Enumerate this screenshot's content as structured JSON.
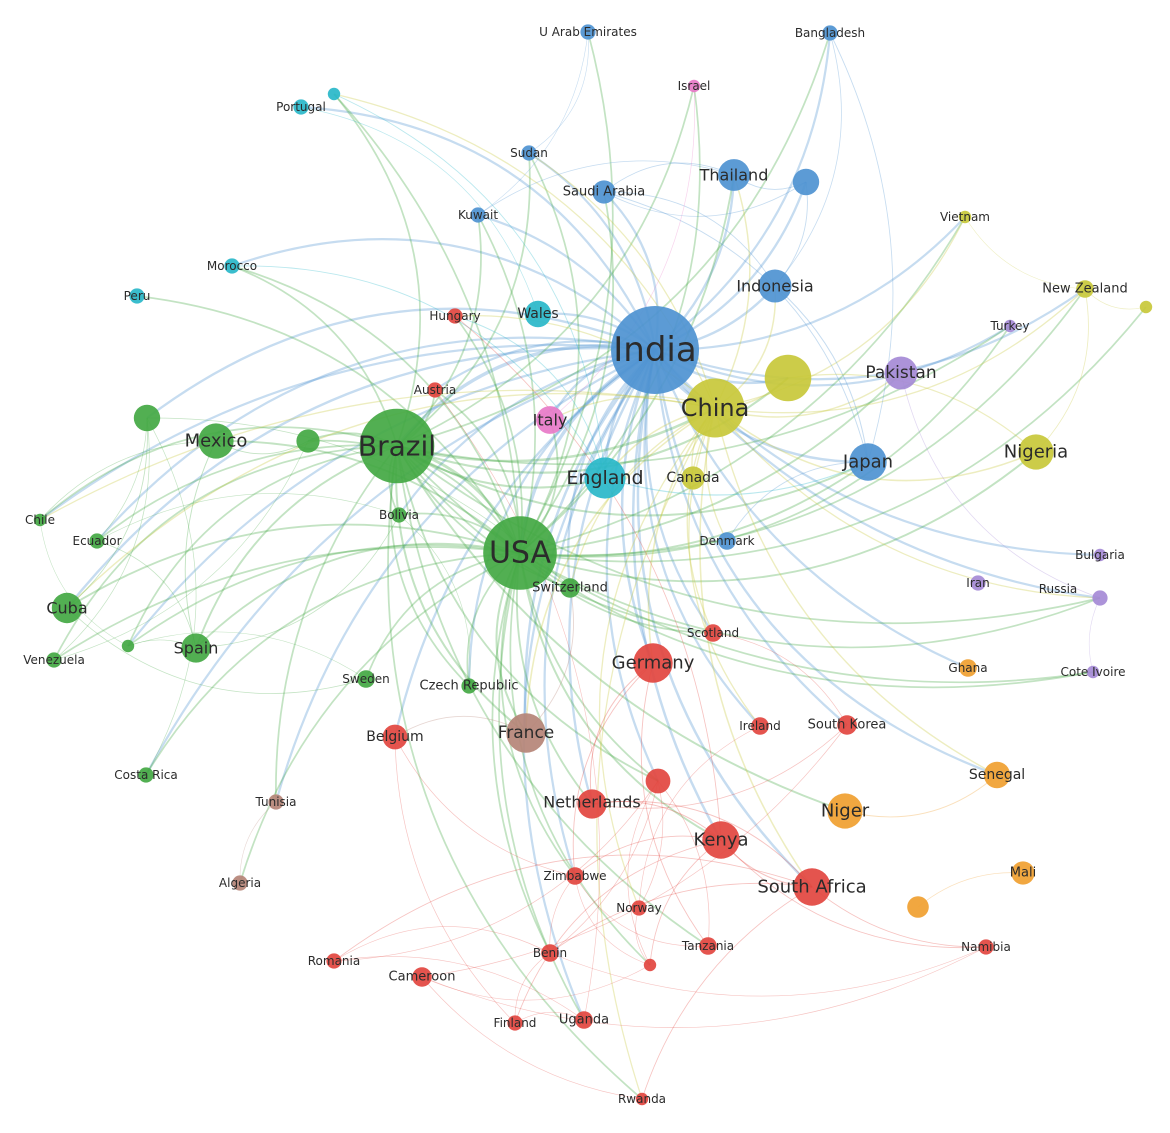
{
  "diagram": {
    "type": "co-authorship-network",
    "cluster_colors": {
      "green": "#43a843",
      "blue": "#4e93d1",
      "red": "#e2453f",
      "cyan": "#29b7c9",
      "yellow": "#c8c83a",
      "purple": "#a58ad6",
      "orange": "#f0a030",
      "brown": "#b58477",
      "pink": "#e87ac8"
    },
    "nodes": [
      {
        "id": "india",
        "label": "India",
        "cluster": "blue",
        "weight": 100
      },
      {
        "id": "usa",
        "label": "USA",
        "cluster": "green",
        "weight": 70
      },
      {
        "id": "brazil",
        "label": "Brazil",
        "cluster": "green",
        "weight": 72
      },
      {
        "id": "china",
        "label": "China",
        "cluster": "yellow",
        "weight": 45
      },
      {
        "id": "england",
        "label": "England",
        "cluster": "cyan",
        "weight": 22
      },
      {
        "id": "germany",
        "label": "Germany",
        "cluster": "red",
        "weight": 20
      },
      {
        "id": "france",
        "label": "France",
        "cluster": "brown",
        "weight": 20
      },
      {
        "id": "japan",
        "label": "Japan",
        "cluster": "blue",
        "weight": 18
      },
      {
        "id": "nigeria",
        "label": "Nigeria",
        "cluster": "yellow",
        "weight": 16
      },
      {
        "id": "mexico",
        "label": "Mexico",
        "cluster": "green",
        "weight": 16
      },
      {
        "id": "kenya",
        "label": "Kenya",
        "cluster": "red",
        "weight": 18
      },
      {
        "id": "south_africa",
        "label": "South Africa",
        "cluster": "red",
        "weight": 18
      },
      {
        "id": "niger",
        "label": "Niger",
        "cluster": "orange",
        "weight": 16
      },
      {
        "id": "pakistan",
        "label": "Pakistan",
        "cluster": "purple",
        "weight": 14
      },
      {
        "id": "indonesia",
        "label": "Indonesia",
        "cluster": "blue",
        "weight": 14
      },
      {
        "id": "thailand",
        "label": "Thailand",
        "cluster": "blue",
        "weight": 13
      },
      {
        "id": "cuba",
        "label": "Cuba",
        "cluster": "green",
        "weight": 12
      },
      {
        "id": "spain",
        "label": "Spain",
        "cluster": "green",
        "weight": 11
      },
      {
        "id": "netherlands",
        "label": "Netherlands",
        "cluster": "red",
        "weight": 11
      },
      {
        "id": "italy",
        "label": "Italy",
        "cluster": "pink",
        "weight": 10
      },
      {
        "id": "wales",
        "label": "Wales",
        "cluster": "cyan",
        "weight": 9
      },
      {
        "id": "senegal",
        "label": "Senegal",
        "cluster": "orange",
        "weight": 9
      },
      {
        "id": "belgium",
        "label": "Belgium",
        "cluster": "red",
        "weight": 8
      },
      {
        "id": "canada",
        "label": "Canada",
        "cluster": "yellow",
        "weight": 7
      },
      {
        "id": "mali",
        "label": "Mali",
        "cluster": "orange",
        "weight": 7
      },
      {
        "id": "saudi_arabia",
        "label": "Saudi Arabia",
        "cluster": "blue",
        "weight": 7
      },
      {
        "id": "switzerland",
        "label": "Switzerland",
        "cluster": "green",
        "weight": 5
      },
      {
        "id": "cameroon",
        "label": "Cameroon",
        "cluster": "red",
        "weight": 5
      },
      {
        "id": "uganda",
        "label": "Uganda",
        "cluster": "red",
        "weight": 4
      },
      {
        "id": "zimbabwe",
        "label": "Zimbabwe",
        "cluster": "red",
        "weight": 4
      },
      {
        "id": "benin",
        "label": "Benin",
        "cluster": "red",
        "weight": 4
      },
      {
        "id": "tanzania",
        "label": "Tanzania",
        "cluster": "red",
        "weight": 4
      },
      {
        "id": "south_korea",
        "label": "South Korea",
        "cluster": "red",
        "weight": 5
      },
      {
        "id": "ghana",
        "label": "Ghana",
        "cluster": "orange",
        "weight": 4
      },
      {
        "id": "denmark",
        "label": "Denmark",
        "cluster": "blue",
        "weight": 4
      },
      {
        "id": "scotland",
        "label": "Scotland",
        "cluster": "red",
        "weight": 4
      },
      {
        "id": "ireland",
        "label": "Ireland",
        "cluster": "red",
        "weight": 4
      },
      {
        "id": "sweden",
        "label": "Sweden",
        "cluster": "green",
        "weight": 4
      },
      {
        "id": "czech_republic",
        "label": "Czech Republic",
        "cluster": "green",
        "weight": 3
      },
      {
        "id": "austria",
        "label": "Austria",
        "cluster": "red",
        "weight": 3
      },
      {
        "id": "hungary",
        "label": "Hungary",
        "cluster": "red",
        "weight": 3
      },
      {
        "id": "bolivia",
        "label": "Bolivia",
        "cluster": "green",
        "weight": 3
      },
      {
        "id": "ecuador",
        "label": "Ecuador",
        "cluster": "green",
        "weight": 3
      },
      {
        "id": "chile",
        "label": "Chile",
        "cluster": "green",
        "weight": 2
      },
      {
        "id": "venezuela",
        "label": "Venezuela",
        "cluster": "green",
        "weight": 3
      },
      {
        "id": "costa_rica",
        "label": "Costa Rica",
        "cluster": "green",
        "weight": 3
      },
      {
        "id": "peru",
        "label": "Peru",
        "cluster": "cyan",
        "weight": 3
      },
      {
        "id": "morocco",
        "label": "Morocco",
        "cluster": "cyan",
        "weight": 3
      },
      {
        "id": "portugal",
        "label": "Portugal",
        "cluster": "cyan",
        "weight": 3
      },
      {
        "id": "kuwait",
        "label": "Kuwait",
        "cluster": "blue",
        "weight": 3
      },
      {
        "id": "sudan",
        "label": "Sudan",
        "cluster": "blue",
        "weight": 3
      },
      {
        "id": "uae",
        "label": "U Arab Emirates",
        "cluster": "blue",
        "weight": 3
      },
      {
        "id": "israel",
        "label": "Israel",
        "cluster": "pink",
        "weight": 2
      },
      {
        "id": "bangladesh",
        "label": "Bangladesh",
        "cluster": "blue",
        "weight": 3
      },
      {
        "id": "vietnam",
        "label": "Vietnam",
        "cluster": "yellow",
        "weight": 2
      },
      {
        "id": "new_zealand",
        "label": "New Zealand",
        "cluster": "yellow",
        "weight": 4
      },
      {
        "id": "turkey",
        "label": "Turkey",
        "cluster": "purple",
        "weight": 2
      },
      {
        "id": "bulgaria",
        "label": "Bulgaria",
        "cluster": "purple",
        "weight": 2
      },
      {
        "id": "russia",
        "label": "Russia",
        "cluster": "purple",
        "weight": 3
      },
      {
        "id": "iran",
        "label": "Iran",
        "cluster": "purple",
        "weight": 3
      },
      {
        "id": "cote_ivoire",
        "label": "Cote Ivoire",
        "cluster": "purple",
        "weight": 2
      },
      {
        "id": "namibia",
        "label": "Namibia",
        "cluster": "red",
        "weight": 3
      },
      {
        "id": "tunisia",
        "label": "Tunisia",
        "cluster": "brown",
        "weight": 3
      },
      {
        "id": "algeria",
        "label": "Algeria",
        "cluster": "brown",
        "weight": 3
      },
      {
        "id": "romania",
        "label": "Romania",
        "cluster": "red",
        "weight": 3
      },
      {
        "id": "finland",
        "label": "Finland",
        "cluster": "red",
        "weight": 3
      },
      {
        "id": "norway",
        "label": "Norway",
        "cluster": "red",
        "weight": 3
      },
      {
        "id": "rwanda",
        "label": "Rwanda",
        "cluster": "red",
        "weight": 2
      },
      {
        "id": "unl_yellow",
        "label": "",
        "cluster": "yellow",
        "weight": 28
      },
      {
        "id": "unl_blue",
        "label": "",
        "cluster": "blue",
        "weight": 9
      },
      {
        "id": "unl_green1",
        "label": "",
        "cluster": "green",
        "weight": 9
      },
      {
        "id": "unl_green2",
        "label": "",
        "cluster": "green",
        "weight": 7
      },
      {
        "id": "unl_green3",
        "label": "",
        "cluster": "green",
        "weight": 2
      },
      {
        "id": "unl_red1",
        "label": "",
        "cluster": "red",
        "weight": 8
      },
      {
        "id": "unl_orange",
        "label": "",
        "cluster": "orange",
        "weight": 6
      },
      {
        "id": "unl_cyan",
        "label": "",
        "cluster": "cyan",
        "weight": 2
      },
      {
        "id": "unl_yellow2",
        "label": "",
        "cluster": "yellow",
        "weight": 2
      },
      {
        "id": "unl_red2",
        "label": "",
        "cluster": "red",
        "weight": 2
      }
    ]
  }
}
